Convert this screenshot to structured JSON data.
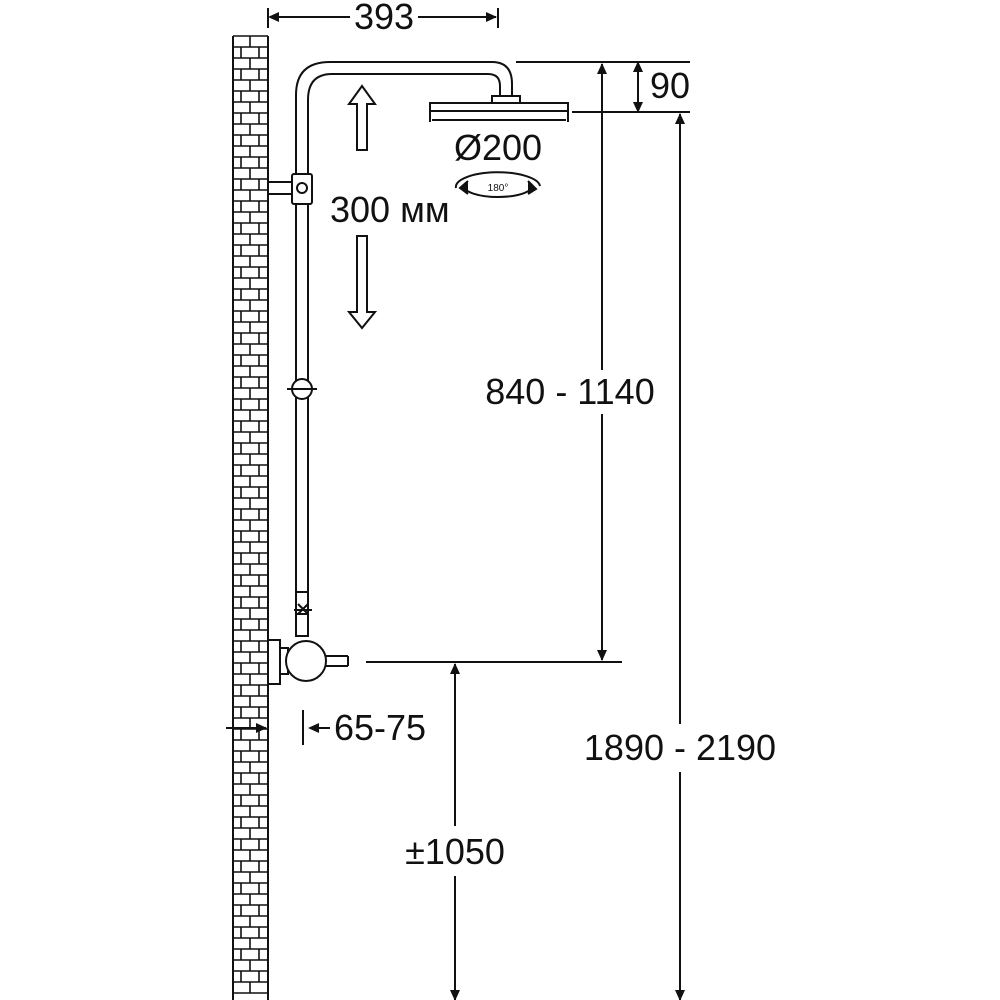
{
  "dimensions": {
    "arm_reach": "393",
    "head_offset": "90",
    "head_diameter": "Ø200",
    "rotation": "180°",
    "slide_travel": "300 мм",
    "rail_height": "840 - 1140",
    "wall_clearance": "65-75",
    "mixer_height": "±1050",
    "total_height": "1890 - 2190"
  },
  "colors": {
    "line": "#111111",
    "background": "#ffffff"
  },
  "icons": [
    "brick-wall",
    "up-arrow",
    "down-arrow",
    "rotation-arrow"
  ]
}
